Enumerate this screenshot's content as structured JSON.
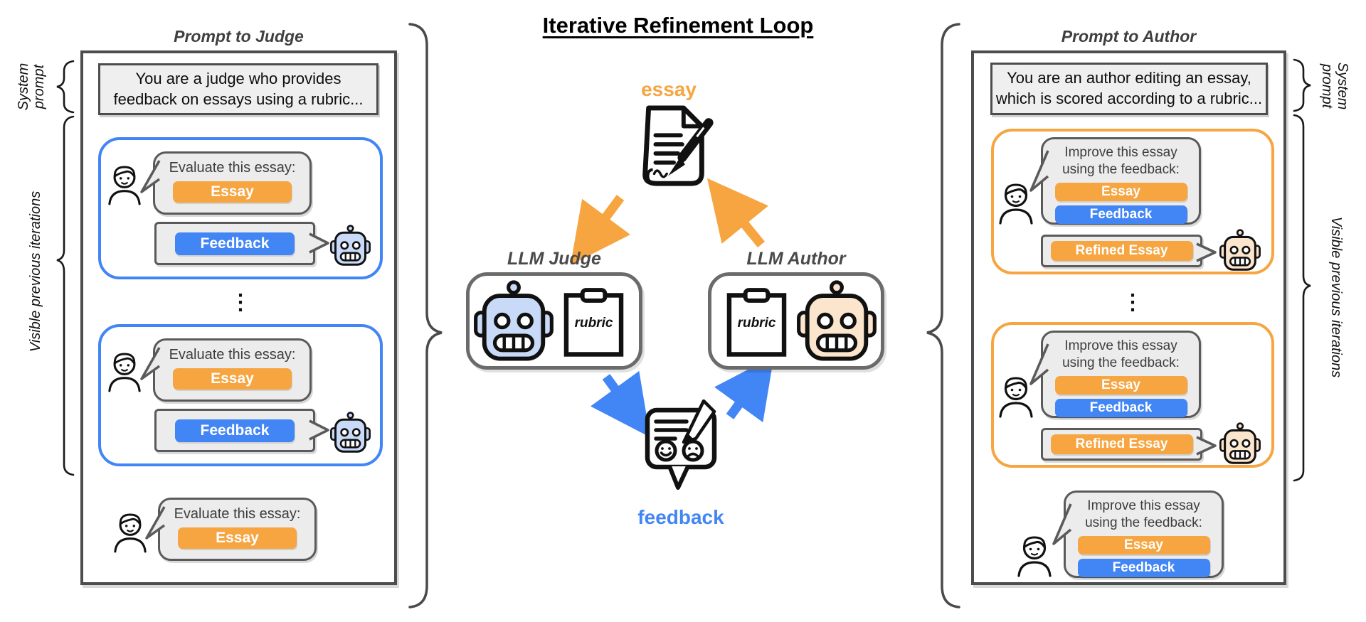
{
  "figure": {
    "title": "Iterative Refinement Loop"
  },
  "center": {
    "essay_label": "essay",
    "feedback_label": "feedback",
    "judge": {
      "label": "LLM Judge",
      "rubric": "rubric"
    },
    "author": {
      "label": "LLM Author",
      "rubric": "rubric"
    }
  },
  "left_panel": {
    "title": "Prompt to Judge",
    "system_prompt": {
      "line1": "You are a judge who provides",
      "line2": "feedback on essays using a rubric..."
    },
    "user_message": "Evaluate this essay:",
    "pills": {
      "essay": "Essay",
      "feedback": "Feedback"
    },
    "ellipsis": "⋮",
    "side_labels": {
      "system_prompt": "System\nprompt",
      "iterations": "Visible previous iterations"
    }
  },
  "right_panel": {
    "title": "Prompt to Author",
    "system_prompt": {
      "line1": "You are an author editing an essay,",
      "line2": "which is scored according to a rubric..."
    },
    "user_message": {
      "line1": "Improve this essay",
      "line2": "using the feedback:"
    },
    "pills": {
      "essay": "Essay",
      "feedback": "Feedback",
      "refined": "Refined Essay"
    },
    "ellipsis": "⋮",
    "side_labels": {
      "system_prompt": "System\nprompt",
      "iterations": "Visible previous iterations"
    }
  },
  "colors": {
    "orange": "#F6A540",
    "blue": "#4285F4",
    "robot_blue": "#C9DAF8",
    "robot_tan": "#FCE5CD",
    "border_dark": "#4D4D4D",
    "bubble_gray": "#ECECEC"
  }
}
